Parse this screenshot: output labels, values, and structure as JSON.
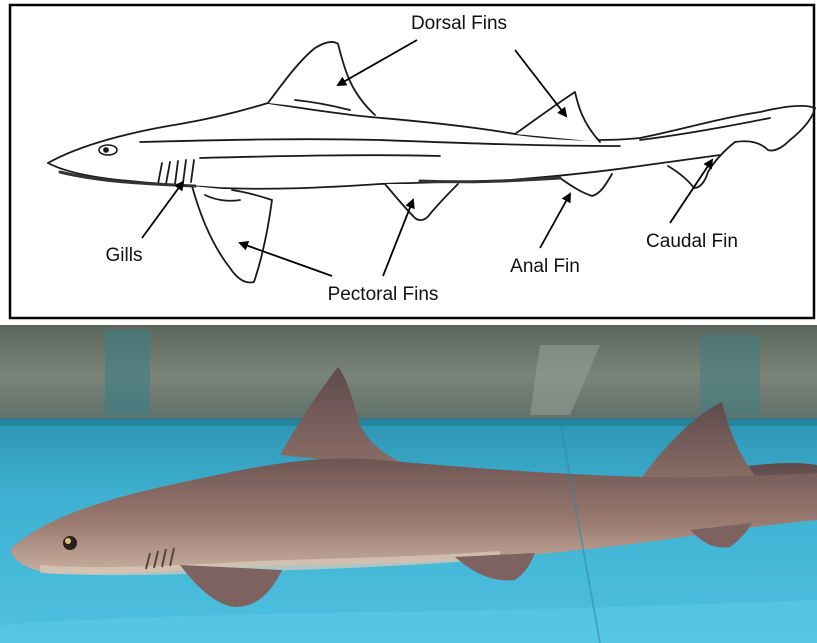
{
  "diagram": {
    "labels": {
      "dorsal": "Dorsal Fins",
      "caudal": "Caudal Fin",
      "anal": "Anal Fin",
      "pectoral": "Pectoral Fins",
      "gills": "Gills"
    }
  },
  "colors": {
    "frame": "#000000",
    "outline": "#1a1a1a",
    "water": "#3fb2d4",
    "shark": "#8b6a62",
    "wall": "#6f7a70"
  },
  "icons": [
    "shark-outline-illustration",
    "shark-photo"
  ]
}
